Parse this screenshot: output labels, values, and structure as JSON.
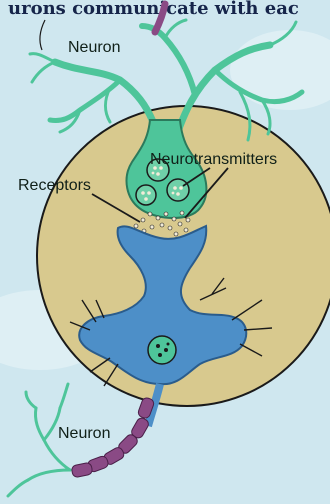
{
  "header": {
    "text": "urons communicate with eac"
  },
  "labels": {
    "neuron_top": "Neuron",
    "neurotransmitters": "Neurotransmitters",
    "receptors": "Receptors",
    "neuron_bottom": "Neuron"
  },
  "colors": {
    "background": "#cfe7ef",
    "circle_fill": "#d8c98e",
    "circle_stroke": "#1a1a1a",
    "top_neuron": "#4ec59a",
    "bottom_neuron": "#4d8fc8",
    "myelin": "#8a4a85",
    "vesicle": "#6fd0a8",
    "transmitter": "#f2ecd8"
  }
}
